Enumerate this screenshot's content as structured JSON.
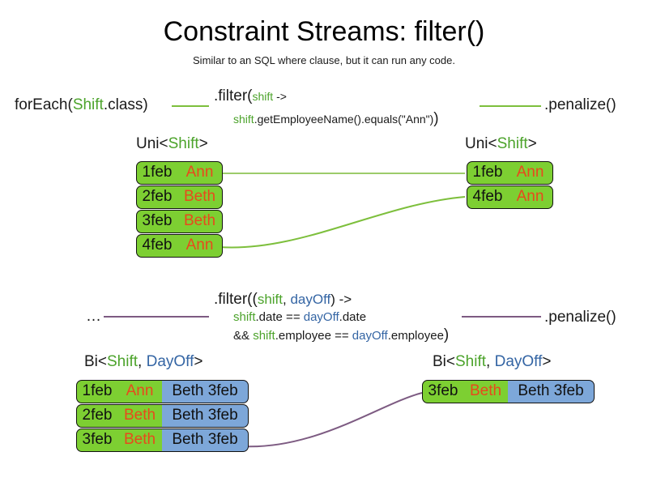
{
  "slide": {
    "title": "Constraint Streams: filter()",
    "subtitle": "Similar to an SQL where clause, but it can run any code."
  },
  "colors": {
    "green_type": "#4CA32B",
    "blue_type": "#3465A4",
    "tuple_green": "#7DCF32",
    "tuple_blue": "#7DA7D9",
    "name_orange": "#E8491C",
    "wire_green": "#7DBF3C",
    "wire_purple": "#7D5B82",
    "text": "#1a1a1a"
  },
  "row_uni": {
    "source_call": {
      "prefix": "forEach(",
      "type": "Shift",
      "suffix": ".class)"
    },
    "filter_line1": {
      "method": ".filter(",
      "param": "shift",
      "arrow": " ->"
    },
    "filter_line2": {
      "receiver": "shift",
      "body": ".getEmployeeName().equals(\"Ann\")",
      "close": ")"
    },
    "terminal_call": ".penalize()",
    "left_label": {
      "prefix": "Uni<",
      "type": "Shift",
      "suffix": ">"
    },
    "right_label": {
      "prefix": "Uni<",
      "type": "Shift",
      "suffix": ">"
    },
    "left_tuples": [
      {
        "date": "1feb",
        "name": "Ann"
      },
      {
        "date": "2feb",
        "name": "Beth"
      },
      {
        "date": "3feb",
        "name": "Beth"
      },
      {
        "date": "4feb",
        "name": "Ann"
      }
    ],
    "right_tuples": [
      {
        "date": "1feb",
        "name": "Ann"
      },
      {
        "date": "4feb",
        "name": "Ann"
      }
    ]
  },
  "row_bi": {
    "source_call": "…",
    "filter_line1": {
      "method": ".filter((",
      "param1": "shift",
      "comma": ", ",
      "param2": "dayOff",
      "arrow": ") ->"
    },
    "filter_line2": {
      "left_obj": "shift",
      "left_field": ".date",
      "op": " == ",
      "right_obj": "dayOff",
      "right_field": ".date"
    },
    "filter_line3": {
      "and": "&& ",
      "left_obj": "shift",
      "left_field": ".employee",
      "op": " == ",
      "right_obj": "dayOff",
      "right_field": ".employee",
      "close": ")"
    },
    "terminal_call": ".penalize()",
    "left_label": {
      "prefix": "Bi<",
      "type1": "Shift",
      "comma": ", ",
      "type2": "DayOff",
      "suffix": ">"
    },
    "right_label": {
      "prefix": "Bi<",
      "type1": "Shift",
      "comma": ", ",
      "type2": "DayOff",
      "suffix": ">"
    },
    "left_tuples": [
      {
        "date": "1feb",
        "name": "Ann",
        "dayoff": "Beth 3feb"
      },
      {
        "date": "2feb",
        "name": "Beth",
        "dayoff": "Beth 3feb"
      },
      {
        "date": "3feb",
        "name": "Beth",
        "dayoff": "Beth 3feb"
      }
    ],
    "right_tuples": [
      {
        "date": "3feb",
        "name": "Beth",
        "dayoff": "Beth 3feb"
      }
    ]
  }
}
